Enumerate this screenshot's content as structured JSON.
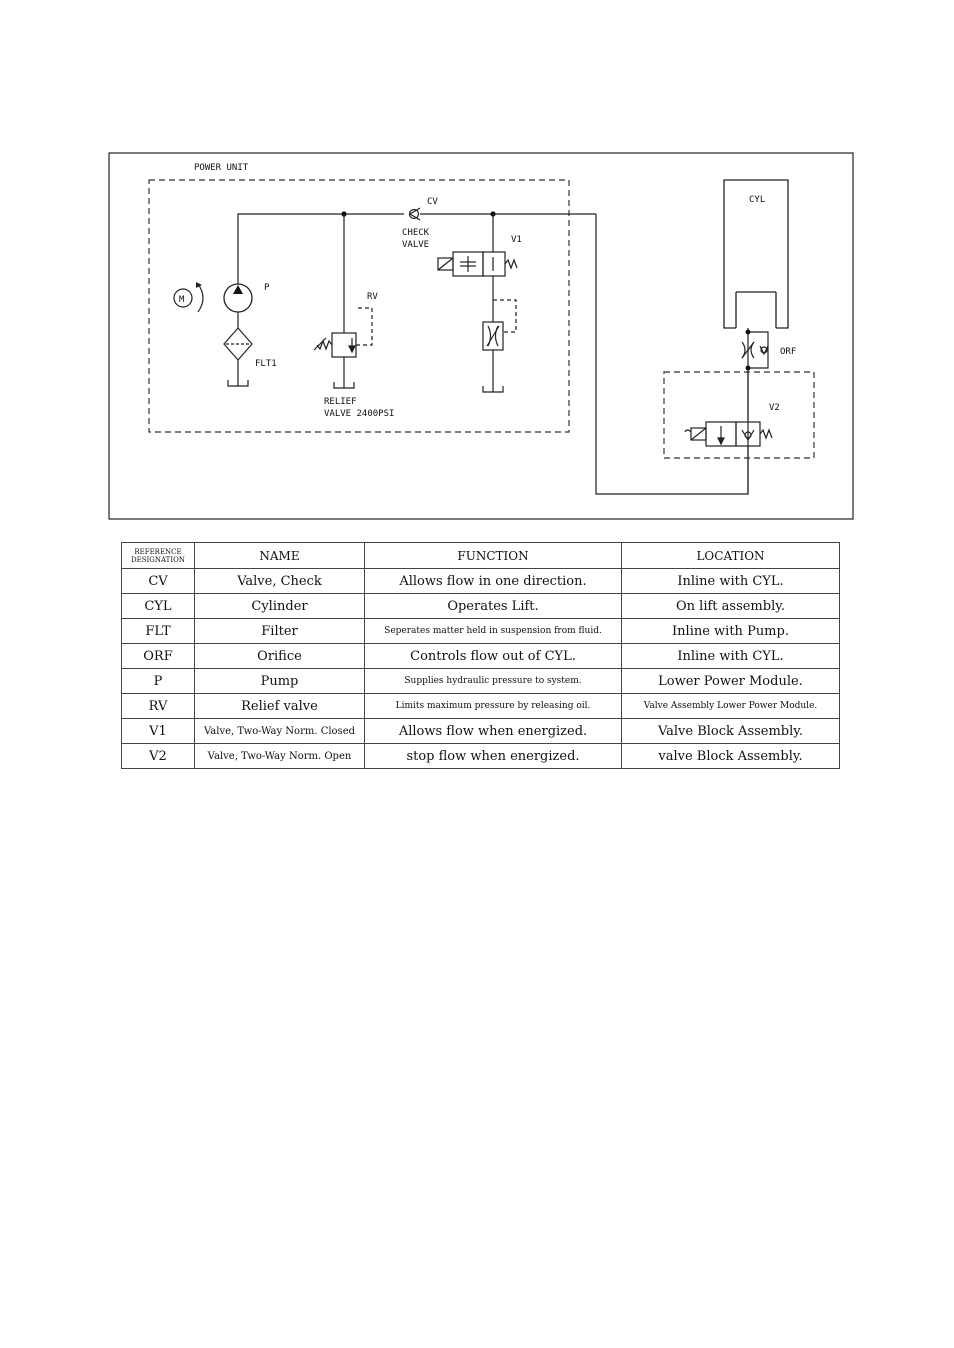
{
  "diagram": {
    "power_unit_label": "POWER UNIT",
    "cv_label": "CV",
    "check_valve_label_1": "CHECK",
    "check_valve_label_2": "VALVE",
    "v1_label": "V1",
    "motor_label": "M",
    "pump_label": "P",
    "filter_label": "FLT1",
    "rv_label": "RV",
    "relief_label_1": "RELIEF",
    "relief_label_2": "VALVE 2400PSI",
    "cyl_label": "CYL",
    "orf_label": "ORF",
    "v2_label": "V2"
  },
  "table": {
    "headers": {
      "ref": "REFERENCE DESIGNATION",
      "name": "NAME",
      "function": "FUNCTION",
      "location": "LOCATION"
    },
    "rows": [
      {
        "ref": "CV",
        "name": "Valve, Check",
        "function": "Allows flow in one direction.",
        "location": "Inline with CYL."
      },
      {
        "ref": "CYL",
        "name": "Cylinder",
        "function": "Operates Lift.",
        "location": "On lift assembly."
      },
      {
        "ref": "FLT",
        "name": "Filter",
        "function": "Seperates matter held in suspension from fluid.",
        "location": "Inline with Pump."
      },
      {
        "ref": "ORF",
        "name": "Orifice",
        "function": "Controls flow out of CYL.",
        "location": "Inline with CYL."
      },
      {
        "ref": "P",
        "name": "Pump",
        "function": "Supplies hydraulic pressure to system.",
        "location": "Lower Power Module."
      },
      {
        "ref": "RV",
        "name": "Relief valve",
        "function": "Limits maximum pressure by releasing oil.",
        "location": "Valve Assembly Lower Power Module."
      },
      {
        "ref": "V1",
        "name": "Valve, Two-Way Norm. Closed",
        "function": "Allows flow when energized.",
        "location": "Valve Block Assembly."
      },
      {
        "ref": "V2",
        "name": "Valve, Two-Way Norm. Open",
        "function": "stop flow when energized.",
        "location": "valve Block Assembly."
      }
    ]
  }
}
